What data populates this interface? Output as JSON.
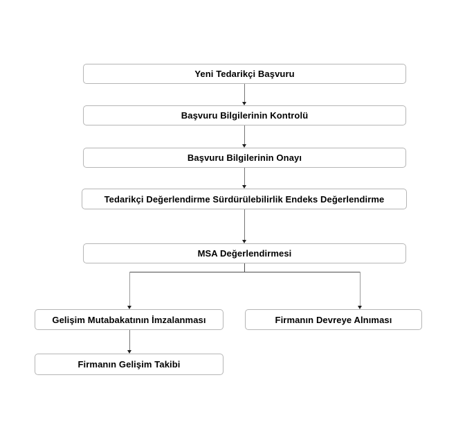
{
  "diagram": {
    "type": "flowchart",
    "background_color": "#ffffff",
    "node_border_color": "#b5b5b5",
    "node_fill_color": "#ffffff",
    "node_text_color": "#000000",
    "connector_color": "#757575",
    "arrowhead_color": "#1f1f1f",
    "nodes": [
      {
        "id": "n1",
        "label": "Yeni Tedarikçi Başvuru"
      },
      {
        "id": "n2",
        "label": "Başvuru Bilgilerinin Kontrolü"
      },
      {
        "id": "n3",
        "label": "Başvuru Bilgilerinin Onayı"
      },
      {
        "id": "n4",
        "label": "Tedarikçi Değerlendirme Sürdürülebilirlik Endeks Değerlendirme"
      },
      {
        "id": "n5",
        "label": "MSA Değerlendirmesi"
      },
      {
        "id": "n6",
        "label": "Gelişim Mutabakatının İmzalanması"
      },
      {
        "id": "n7",
        "label": "Firmanın Devreye Alnıması"
      },
      {
        "id": "n8",
        "label": "Firmanın Gelişim Takibi"
      }
    ],
    "edges": [
      {
        "from": "n1",
        "to": "n2"
      },
      {
        "from": "n2",
        "to": "n3"
      },
      {
        "from": "n3",
        "to": "n4"
      },
      {
        "from": "n4",
        "to": "n5"
      },
      {
        "from": "n5",
        "to": "n6"
      },
      {
        "from": "n5",
        "to": "n7"
      },
      {
        "from": "n6",
        "to": "n8"
      }
    ]
  }
}
